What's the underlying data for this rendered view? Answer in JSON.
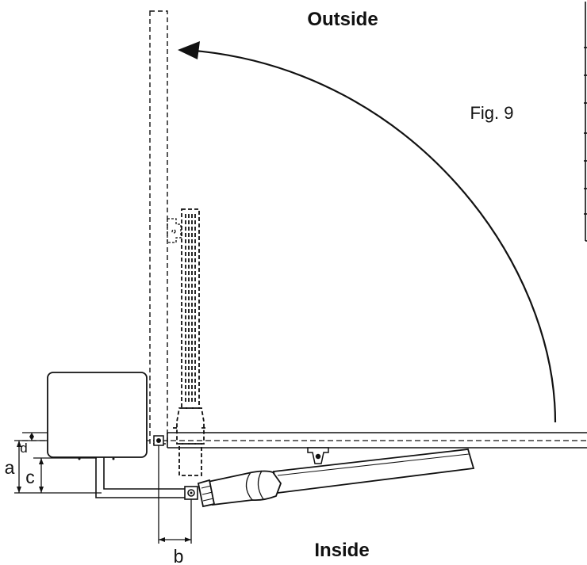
{
  "labels": {
    "outside": "Outside",
    "inside": "Inside",
    "figure": "Fig. 9"
  },
  "dimensions": {
    "a": "a",
    "b": "b",
    "c": "c",
    "d": "d"
  },
  "colors": {
    "line": "#111111",
    "background": "#ffffff"
  }
}
